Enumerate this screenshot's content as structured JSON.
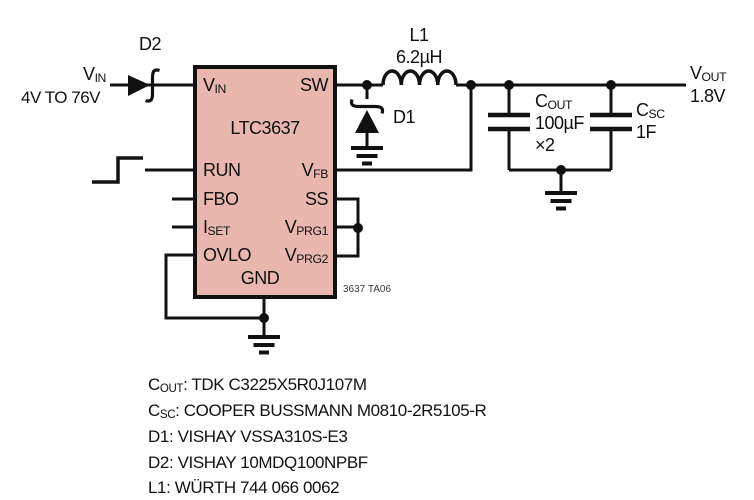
{
  "colors": {
    "ic_fill": "#e9b7ae",
    "line": "#111111"
  },
  "input": {
    "v_base": "V",
    "v_sub": "IN",
    "range": "4V TO 76V"
  },
  "ic": {
    "name": "LTC3637",
    "pins_left": [
      {
        "base": "V",
        "sub": "IN"
      },
      {
        "base": "RUN",
        "sub": ""
      },
      {
        "base": "FBO",
        "sub": ""
      },
      {
        "base": "I",
        "sub": "SET"
      },
      {
        "base": "OVLO",
        "sub": ""
      }
    ],
    "pins_right": [
      {
        "base": "SW",
        "sub": ""
      },
      {
        "base": "V",
        "sub": "FB"
      },
      {
        "base": "SS",
        "sub": ""
      },
      {
        "base": "V",
        "sub": "PRG1"
      },
      {
        "base": "V",
        "sub": "PRG2"
      }
    ],
    "pin_bottom": {
      "base": "GND",
      "sub": ""
    }
  },
  "components": {
    "d2_label": "D2",
    "d1_label": "D1",
    "l1_name": "L1",
    "l1_value": "6.2µH",
    "cout_base": "C",
    "cout_sub": "OUT",
    "cout_value": "100µF",
    "cout_mult": "×2",
    "csc_base": "C",
    "csc_sub": "SC",
    "csc_value": "1F"
  },
  "output": {
    "v_base": "V",
    "v_sub": "OUT",
    "value": "1.8V"
  },
  "fig_number": "3637 TA06",
  "notes": [
    {
      "base": "C",
      "sub": "OUT",
      "rest": ": TDK C3225X5R0J107M"
    },
    {
      "base": "C",
      "sub": "SC",
      "rest": ": COOPER BUSSMANN M0810-2R5105-R"
    },
    {
      "base": "D1",
      "sub": "",
      "rest": ": VISHAY VSSA310S-E3"
    },
    {
      "base": "D2",
      "sub": "",
      "rest": ": VISHAY 10MDQ100NPBF"
    },
    {
      "base": "L1",
      "sub": "",
      "rest": ": WÜRTH 744 066 0062"
    }
  ]
}
